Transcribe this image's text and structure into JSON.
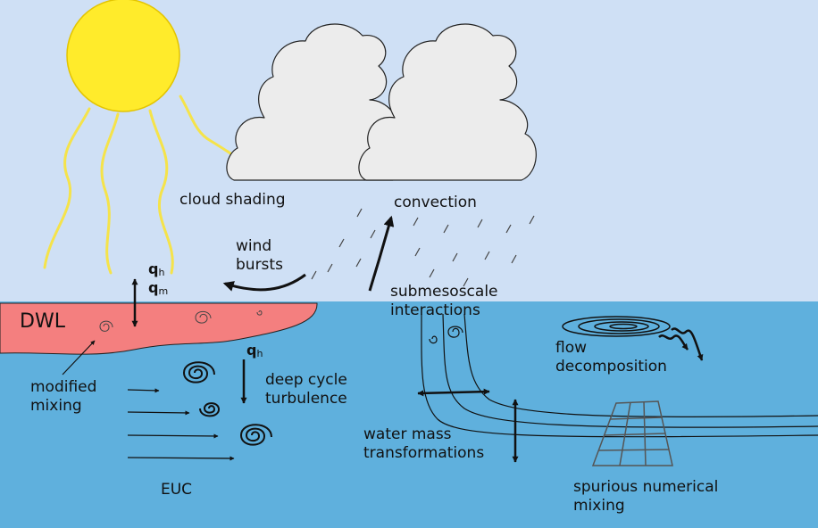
{
  "labels": {
    "cloud_shading": "cloud shading",
    "convection": "convection",
    "wind_bursts": "wind\nbursts",
    "submesoscale": "submesoscale\ninteractions",
    "dwl": "DWL",
    "modified_mixing": "modified\nmixing",
    "deep_cycle": "deep cycle\nturbulence",
    "flow_decomposition": "flow\ndecomposition",
    "water_mass": "water mass\ntransformations",
    "euc": "EUC",
    "spurious_mixing": "spurious numerical\nmixing"
  },
  "fluxes": {
    "qh_symbol": "q",
    "qh_sub": "h",
    "qm_symbol": "q",
    "qm_sub": "m",
    "qh2_symbol": "q",
    "qh2_sub": "h"
  },
  "colors": {
    "sky": "#cfe0f5",
    "ocean": "#5fb0dd",
    "sun": "#ffeb2b",
    "sun_outline": "#e3c400",
    "sun_rays": "#f5e34a",
    "cloud": "#ececec",
    "dwl_layer": "#f47f7f",
    "grid": "#555555"
  }
}
